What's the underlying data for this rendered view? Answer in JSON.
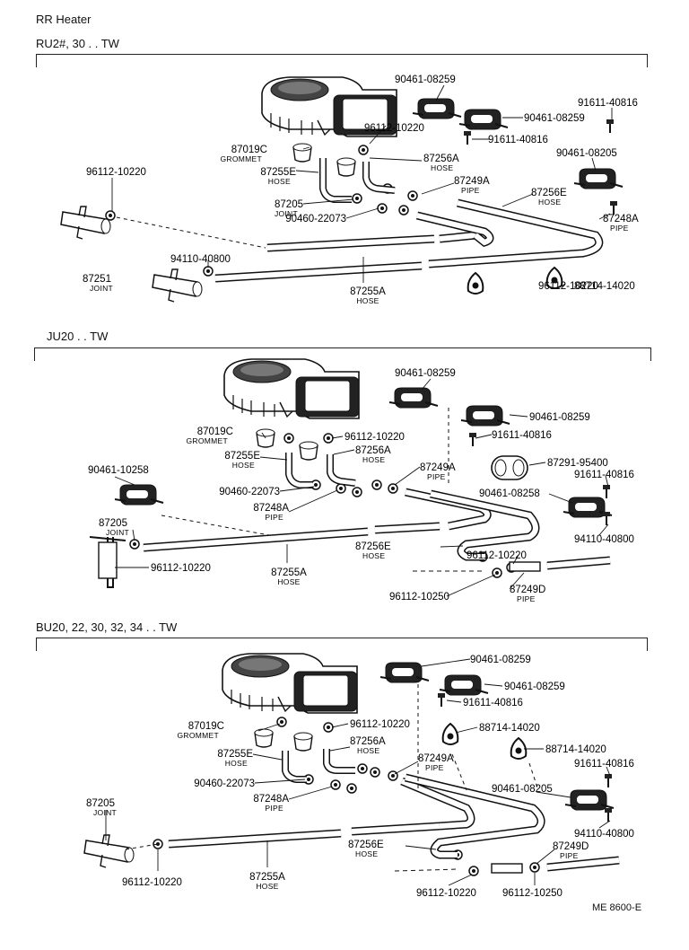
{
  "page": {
    "title": "RR Heater",
    "code": "ME 8600-E"
  },
  "sections": [
    {
      "title": "RU2#, 30 . . TW",
      "labels": [
        {
          "part": "90461-08259",
          "desc": ""
        },
        {
          "part": "90461-08259",
          "desc": ""
        },
        {
          "part": "91611-40816",
          "desc": ""
        },
        {
          "part": "96112-10220",
          "desc": ""
        },
        {
          "part": "91611-40816",
          "desc": ""
        },
        {
          "part": "87019C",
          "desc": "GROMMET"
        },
        {
          "part": "90461-08205",
          "desc": ""
        },
        {
          "part": "87256A",
          "desc": "HOSE"
        },
        {
          "part": "87255E",
          "desc": "HOSE"
        },
        {
          "part": "87249A",
          "desc": "PIPE"
        },
        {
          "part": "96112-10220",
          "desc": ""
        },
        {
          "part": "87256E",
          "desc": "HOSE"
        },
        {
          "part": "87205",
          "desc": "JOINT"
        },
        {
          "part": "90460-22073",
          "desc": ""
        },
        {
          "part": "87248A",
          "desc": "PIPE"
        },
        {
          "part": "94110-40800",
          "desc": ""
        },
        {
          "part": "96112-10220",
          "desc": ""
        },
        {
          "part": "87251",
          "desc": "JOINT"
        },
        {
          "part": "87255A",
          "desc": "HOSE"
        },
        {
          "part": "88714-14020",
          "desc": ""
        }
      ]
    },
    {
      "title": "JU20 . . TW",
      "labels": [
        {
          "part": "90461-08259",
          "desc": ""
        },
        {
          "part": "90461-08259",
          "desc": ""
        },
        {
          "part": "87019C",
          "desc": "GROMMET"
        },
        {
          "part": "96112-10220",
          "desc": ""
        },
        {
          "part": "91611-40816",
          "desc": ""
        },
        {
          "part": "87256A",
          "desc": "HOSE"
        },
        {
          "part": "87255E",
          "desc": "HOSE"
        },
        {
          "part": "87291-95400",
          "desc": ""
        },
        {
          "part": "90461-10258",
          "desc": ""
        },
        {
          "part": "87249A",
          "desc": "PIPE"
        },
        {
          "part": "91611-40816",
          "desc": ""
        },
        {
          "part": "90460-22073",
          "desc": ""
        },
        {
          "part": "90461-08258",
          "desc": ""
        },
        {
          "part": "87248A",
          "desc": "PIPE"
        },
        {
          "part": "96112-10220",
          "desc": ""
        },
        {
          "part": "94110-40800",
          "desc": ""
        },
        {
          "part": "87205",
          "desc": "JOINT"
        },
        {
          "part": "87256E",
          "desc": "HOSE"
        },
        {
          "part": "96112-10220",
          "desc": ""
        },
        {
          "part": "87255A",
          "desc": "HOSE"
        },
        {
          "part": "87249D",
          "desc": "PIPE"
        },
        {
          "part": "96112-10250",
          "desc": ""
        }
      ]
    },
    {
      "title": "BU20, 22, 30, 32, 34 . . TW",
      "labels": [
        {
          "part": "90461-08259",
          "desc": ""
        },
        {
          "part": "90461-08259",
          "desc": ""
        },
        {
          "part": "91611-40816",
          "desc": ""
        },
        {
          "part": "88714-14020",
          "desc": ""
        },
        {
          "part": "87019C",
          "desc": "GROMMET"
        },
        {
          "part": "96112-10220",
          "desc": ""
        },
        {
          "part": "88714-14020",
          "desc": ""
        },
        {
          "part": "87255E",
          "desc": "HOSE"
        },
        {
          "part": "87256A",
          "desc": "HOSE"
        },
        {
          "part": "87249A",
          "desc": "PIPE"
        },
        {
          "part": "91611-40816",
          "desc": ""
        },
        {
          "part": "90460-22073",
          "desc": ""
        },
        {
          "part": "90461-08205",
          "desc": ""
        },
        {
          "part": "87248A",
          "desc": "PIPE"
        },
        {
          "part": "87205",
          "desc": "JOINT"
        },
        {
          "part": "94110-40800",
          "desc": ""
        },
        {
          "part": "87256E",
          "desc": "HOSE"
        },
        {
          "part": "87249D",
          "desc": "PIPE"
        },
        {
          "part": "96112-10220",
          "desc": ""
        },
        {
          "part": "87255A",
          "desc": "HOSE"
        },
        {
          "part": "96112-10220",
          "desc": ""
        },
        {
          "part": "96112-10250",
          "desc": ""
        }
      ]
    }
  ]
}
